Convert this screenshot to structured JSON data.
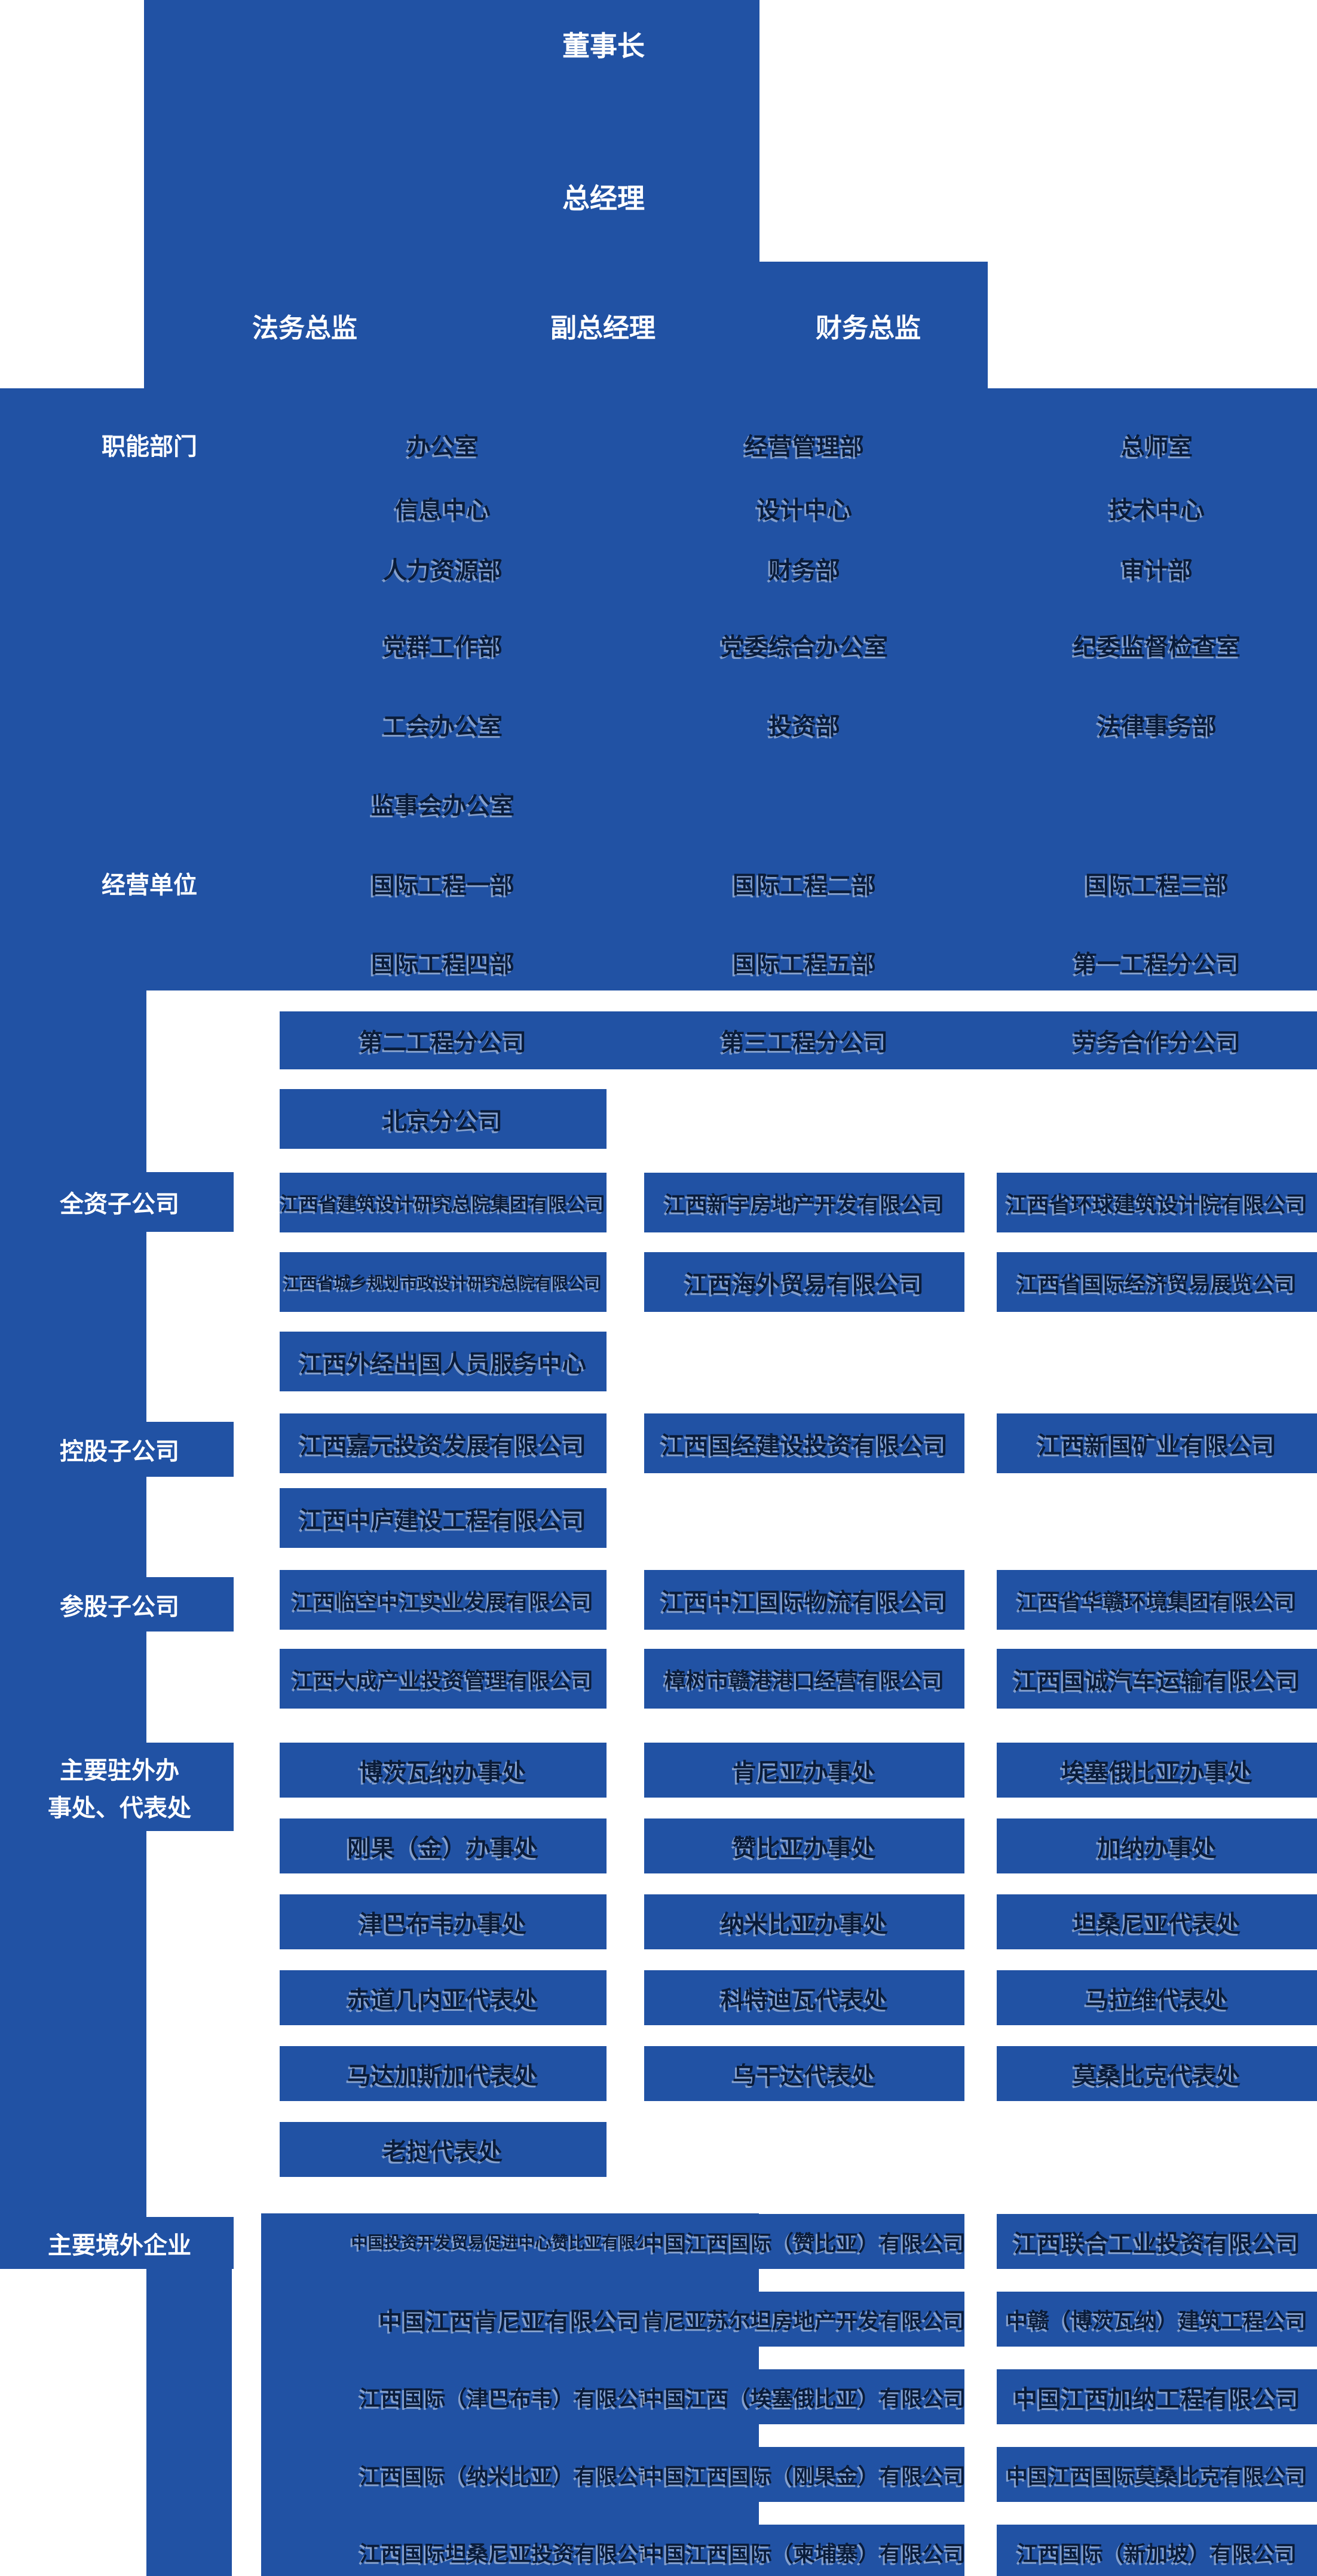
{
  "colors": {
    "accent_blue": "#2152a4",
    "box_text_dark": "#0a1c3a",
    "label_text_white": "#ffffff"
  },
  "top": {
    "chairman": "董事长",
    "general_manager": "总经理",
    "legal_director": "法务总监",
    "deputy_general_manager": "副总经理",
    "finance_director": "财务总监"
  },
  "band_sections": [
    {
      "label": "职能部门",
      "rows": [
        [
          "办公室",
          "经营管理部",
          "总师室"
        ],
        [
          "信息中心",
          "设计中心",
          "技术中心"
        ],
        [
          "人力资源部",
          "财务部",
          "审计部"
        ],
        [
          "党群工作部",
          "党委综合办公室",
          "纪委监督检查室"
        ],
        [
          "工会办公室",
          "投资部",
          "法律事务部"
        ],
        [
          "监事会办公室",
          "",
          ""
        ]
      ]
    },
    {
      "label": "经营单位",
      "rows": [
        [
          "国际工程一部",
          "国际工程二部",
          "国际工程三部"
        ],
        [
          "国际工程四部",
          "国际工程五部",
          "第一工程分公司"
        ]
      ]
    }
  ],
  "branch_band": [
    "第二工程分公司",
    "第三工程分公司",
    "劳务合作分公司"
  ],
  "beijing_branch": "北京分公司",
  "subsidiary_sections": [
    {
      "label": "全资子公司",
      "rows": [
        [
          "江西省建筑设计研究总院集团有限公司",
          "江西新宇房地产开发有限公司",
          "江西省环球建筑设计院有限公司"
        ],
        [
          "江西省城乡规划市政设计研究总院有限公司",
          "江西海外贸易有限公司",
          "江西省国际经济贸易展览公司"
        ],
        [
          "江西外经出国人员服务中心",
          "",
          ""
        ]
      ]
    },
    {
      "label": "控股子公司",
      "rows": [
        [
          "江西嘉元投资发展有限公司",
          "江西国经建设投资有限公司",
          "江西新国矿业有限公司"
        ],
        [
          "江西中庐建设工程有限公司",
          "",
          ""
        ]
      ]
    },
    {
      "label": "参股子公司",
      "rows": [
        [
          "江西临空中江实业发展有限公司",
          "江西中江国际物流有限公司",
          "江西省华赣环境集团有限公司"
        ],
        [
          "江西大成产业投资管理有限公司",
          "樟树市赣港港口经营有限公司",
          "江西国诚汽车运输有限公司"
        ]
      ]
    },
    {
      "label": "主要驻外办事处、代表处",
      "label_line1": "主要驻外办",
      "label_line2": "事处、代表处",
      "rows": [
        [
          "博茨瓦纳办事处",
          "肯尼亚办事处",
          "埃塞俄比亚办事处"
        ],
        [
          "刚果（金）办事处",
          "赞比亚办事处",
          "加纳办事处"
        ],
        [
          "津巴布韦办事处",
          "纳米比亚办事处",
          "坦桑尼亚代表处"
        ],
        [
          "赤道几内亚代表处",
          "科特迪瓦代表处",
          "马拉维代表处"
        ],
        [
          "马达加斯加代表处",
          "乌干达代表处",
          "莫桑比克代表处"
        ],
        [
          "老挝代表处",
          "",
          ""
        ]
      ]
    },
    {
      "label": "主要境外企业",
      "rows": [
        [
          "中国投资开发贸易促进中心赞比亚有限公司",
          "中国江西国际（赞比亚）有限公司",
          "江西联合工业投资有限公司"
        ],
        [
          "中国江西肯尼亚有限公司",
          "肯尼亚苏尔坦房地产开发有限公司",
          "中赣（博茨瓦纳）建筑工程公司"
        ],
        [
          "江西国际（津巴布韦）有限公司",
          "中国江西（埃塞俄比亚）有限公司",
          "中国江西加纳工程有限公司"
        ],
        [
          "江西国际（纳米比亚）有限公司",
          "中国江西国际（刚果金）有限公司",
          "中国江西国际莫桑比克有限公司"
        ],
        [
          "江西国际坦桑尼亚投资有限公司",
          "中国江西国际（柬埔寨）有限公司",
          "江西国际（新加坡）有限公司"
        ]
      ]
    }
  ]
}
